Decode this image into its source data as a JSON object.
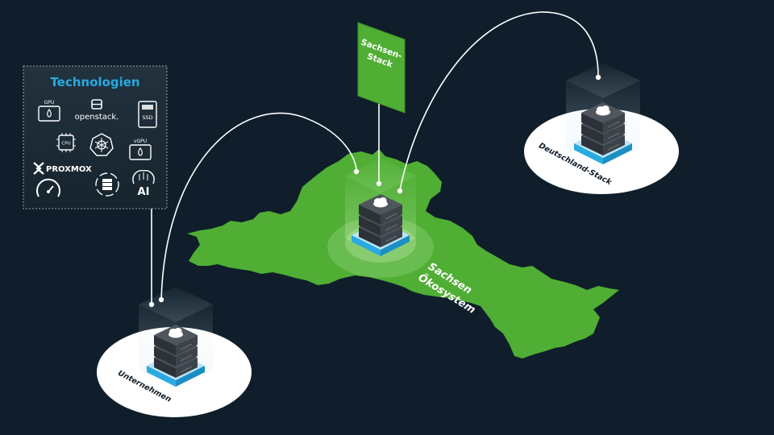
{
  "technologies": {
    "title": "Technologien",
    "items": {
      "gpu": "GPU",
      "openstack": "openstack.",
      "ssd": "SSD",
      "cpu": "CPU",
      "vgpu": "vGPU",
      "proxmox": "PROXMOX",
      "ai": "AI"
    }
  },
  "flag": {
    "line1": "Sachsen-",
    "line2": "Stack"
  },
  "regions": {
    "sachsen_line1": "Sachsen",
    "sachsen_line2": "Ökosystem",
    "deutschland": "Deutschland-Stack",
    "unternehmen": "Unternehmen"
  },
  "colors": {
    "background": "#0f1e2a",
    "map_green": "#4fae33",
    "accent_blue": "#29aae1",
    "server_dark": "#3b4148"
  }
}
